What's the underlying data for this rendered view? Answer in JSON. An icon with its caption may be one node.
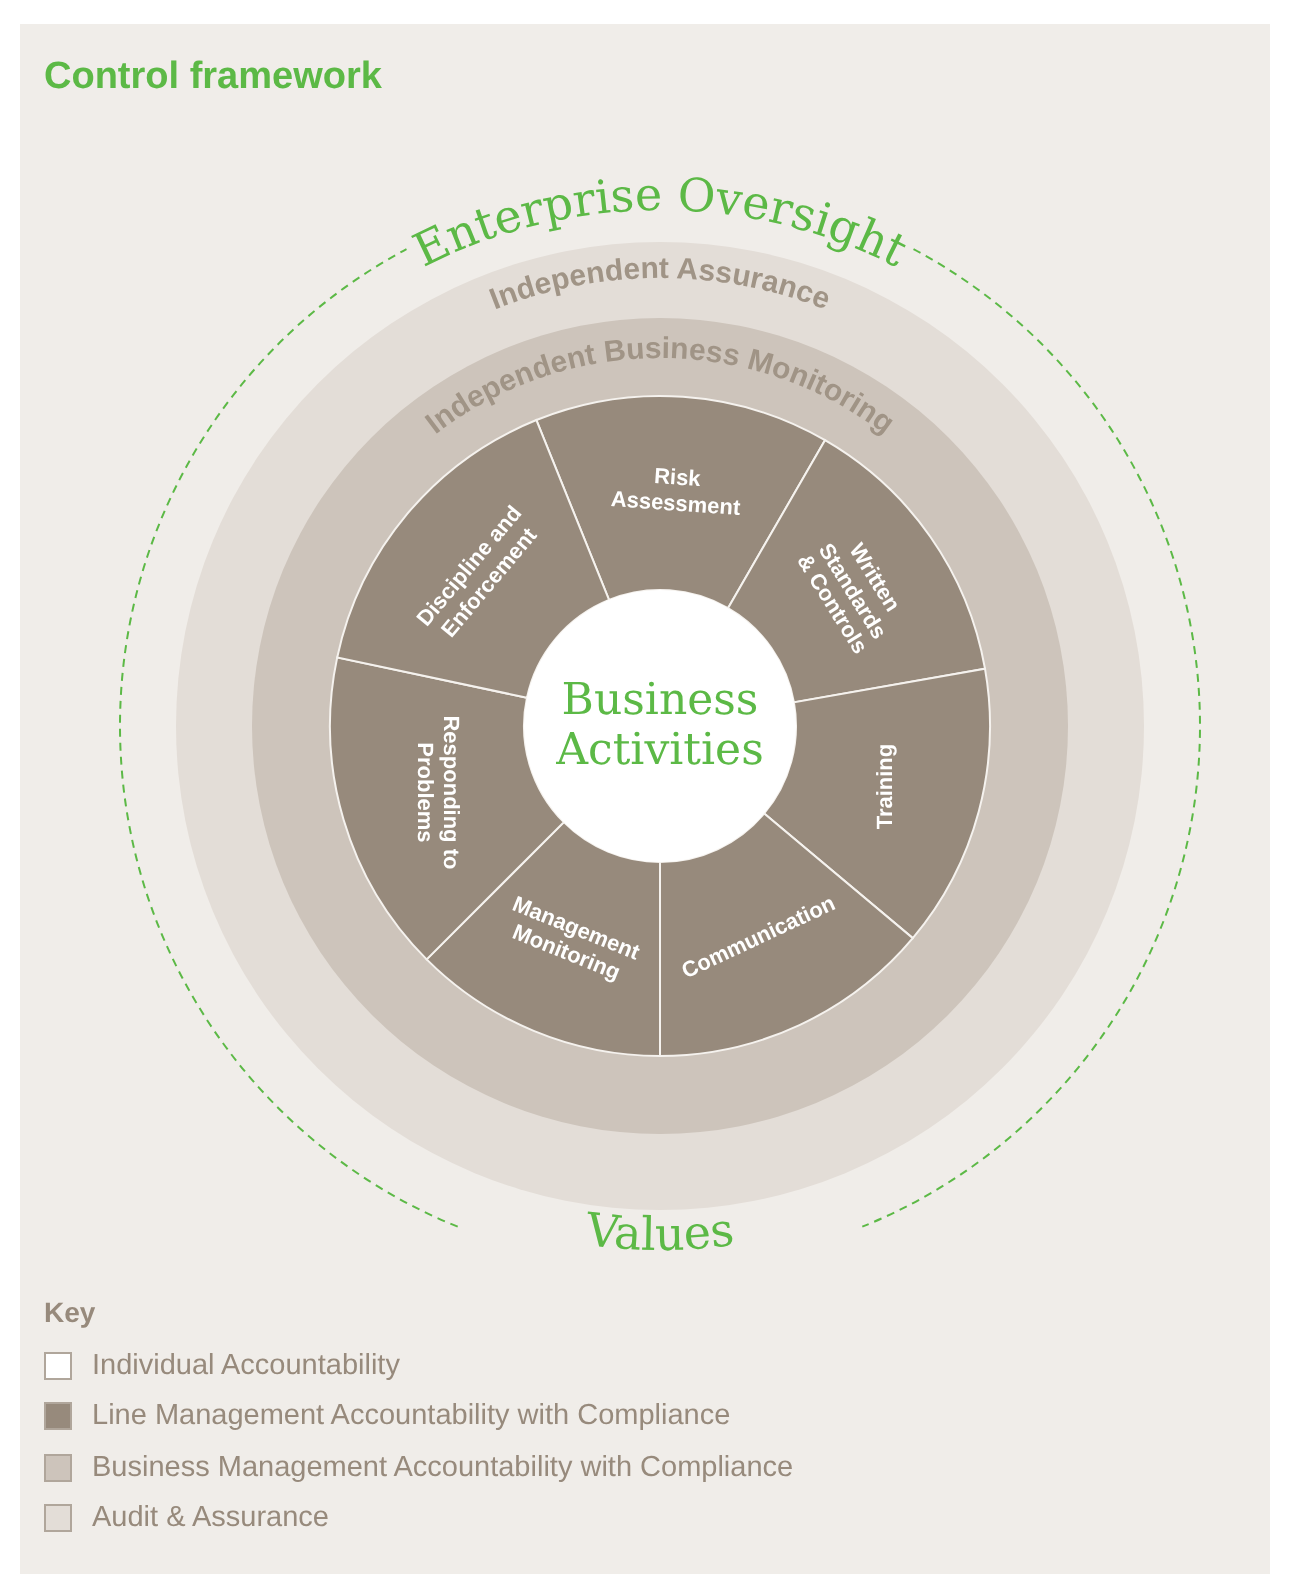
{
  "diagram": {
    "title": "Control framework",
    "nodes": [
      {
        "text": [
          "Enterprise Oversight",
          "Values"
        ]
      },
      {
        "text": [
          "Independent Assurance"
        ],
        "in": 0
      },
      {
        "text": [
          "Independent Business Monitoring"
        ],
        "in": 1
      },
      {
        "text": [
          "Risk Assessment"
        ],
        "in": 2
      },
      {
        "text": [
          "Written Standards & Controls"
        ],
        "in": 2
      },
      {
        "text": [
          "Training"
        ],
        "in": 2
      },
      {
        "text": [
          "Communication"
        ],
        "in": 2
      },
      {
        "text": [
          "Management Monitoring"
        ],
        "in": 2
      },
      {
        "text": [
          "Responding to Problems"
        ],
        "in": 2
      },
      {
        "text": [
          "Discipline and Enforcement"
        ],
        "in": 2
      },
      {
        "text": [
          "Business Activities"
        ],
        "in": 2
      }
    ],
    "edges": [],
    "labels": [
      "Key"
    ],
    "legend": [
      {
        "text": "Individual Accountability",
        "color": "#ffffff"
      },
      {
        "text": "Line Management Accountability with Compliance",
        "color": "#978a7c"
      },
      {
        "text": "Business Management Accountability with Compliance",
        "color": "#cdc4bb"
      },
      {
        "text": "Audit & Assurance",
        "color": "#e3ddd7"
      }
    ]
  }
}
